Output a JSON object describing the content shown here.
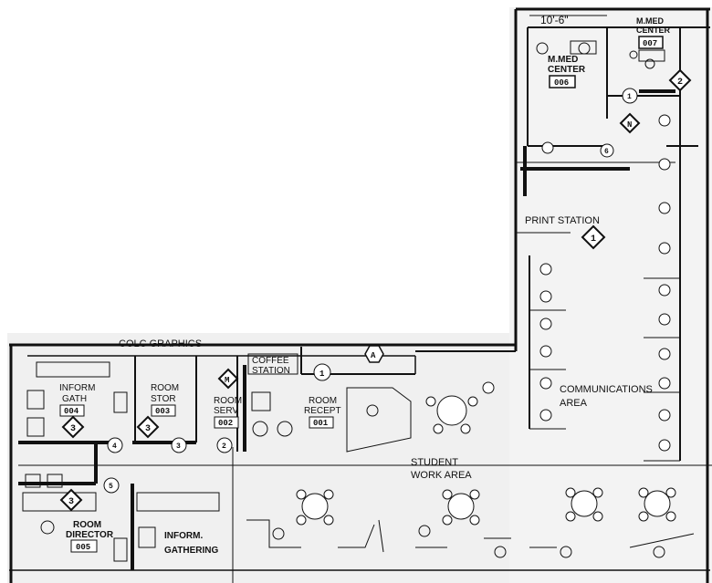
{
  "plan": {
    "dimension": "10'-6\"",
    "rooms": [
      {
        "id": "med007",
        "line1": "M.MED",
        "line2": "CENTER",
        "num": "007"
      },
      {
        "id": "med006",
        "line1": "M.MED",
        "line2": "CENTER",
        "num": "006"
      },
      {
        "id": "inform004",
        "line1": "INFORM",
        "line2": "GATH",
        "num": "004"
      },
      {
        "id": "stor003",
        "line1": "ROOM",
        "line2": "STOR",
        "num": "003"
      },
      {
        "id": "serv002",
        "line1": "ROOM",
        "line2": "SERV",
        "num": "002"
      },
      {
        "id": "recept001",
        "line1": "ROOM",
        "line2": "RECEPT",
        "num": "001"
      },
      {
        "id": "director005",
        "line1": "ROOM",
        "line2": "DIRECTOR",
        "num": "005"
      }
    ],
    "areas": {
      "colc_graphics": "COLC GRAPHICS",
      "coffee1": "COFFEE",
      "coffee2": "STATION",
      "print_station": "PRINT STATION",
      "comm1": "COMMUNICATIONS",
      "comm2": "AREA",
      "student1": "STUDENT",
      "student2": "WORK AREA",
      "inform_gathering1": "INFORM.",
      "inform_gathering2": "GATHERING"
    },
    "diamond_tags": [
      "2",
      "N",
      "1",
      "M",
      "3",
      "3",
      "3"
    ],
    "circle_tags": [
      "1",
      "6",
      "1",
      "4",
      "3",
      "2",
      "5"
    ],
    "hex_tag": "A",
    "colors": {
      "line": "#111111",
      "background": "#ffffff",
      "shade": "#e6e6e6"
    }
  }
}
